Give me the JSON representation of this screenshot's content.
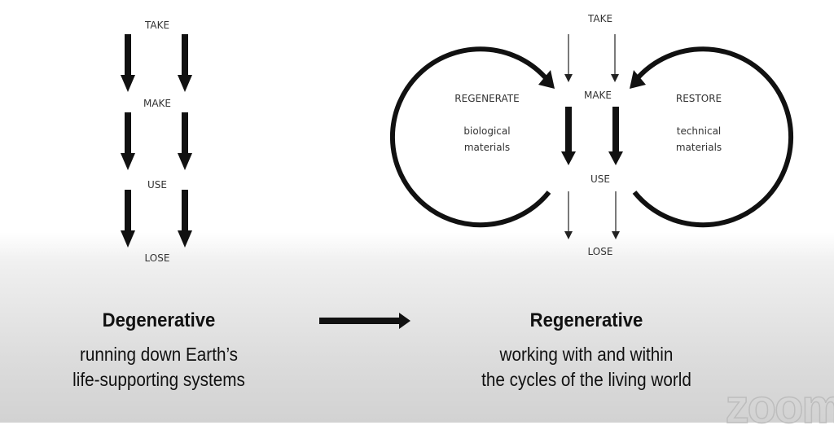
{
  "degenerative": {
    "stages": [
      "TAKE",
      "MAKE",
      "USE",
      "LOSE"
    ],
    "title": "Degenerative",
    "subtitle_line1": "running down Earth’s",
    "subtitle_line2": "life-supporting systems"
  },
  "regenerative": {
    "stages": [
      "TAKE",
      "MAKE",
      "USE",
      "LOSE"
    ],
    "left_loop": {
      "title": "REGENERATE",
      "line1": "biological",
      "line2": "materials"
    },
    "right_loop": {
      "title": "RESTORE",
      "line1": "technical",
      "line2": "materials"
    },
    "title": "Regenerative",
    "subtitle_line1": "working with and within",
    "subtitle_line2": "the cycles of the living world"
  },
  "watermark": "zoom"
}
